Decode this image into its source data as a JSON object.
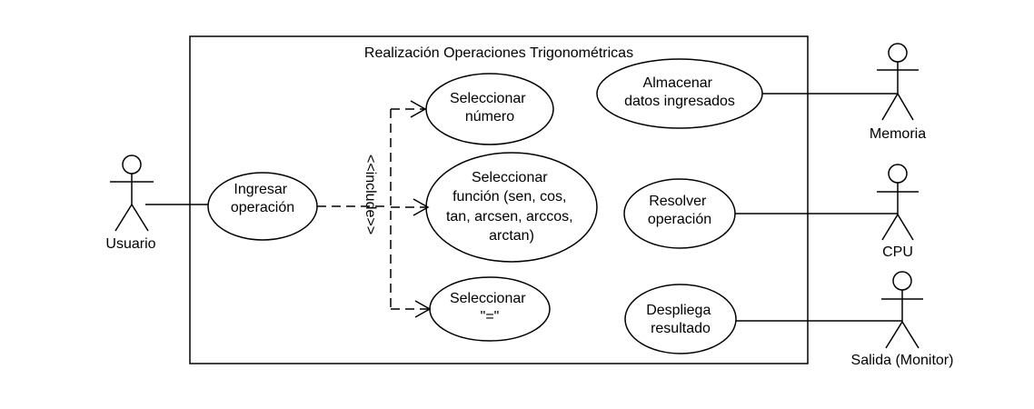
{
  "system": {
    "title": "Realización Operaciones Trigonométricas"
  },
  "actors": {
    "usuario": "Usuario",
    "memoria": "Memoria",
    "cpu": "CPU",
    "salida": "Salida (Monitor)"
  },
  "use_cases": {
    "ingresar": [
      "Ingresar",
      "operación"
    ],
    "numero": [
      "Seleccionar",
      "número"
    ],
    "funcion": [
      "Seleccionar",
      "función (sen, cos,",
      "tan, arcsen, arccos,",
      "arctan)"
    ],
    "igual": [
      "Seleccionar",
      "\"=\""
    ],
    "almacenar": [
      "Almacenar",
      "datos ingresados"
    ],
    "resolver": [
      "Resolver",
      "operación"
    ],
    "despliega": [
      "Despliega",
      "resultado"
    ]
  },
  "relations": {
    "include_label": "<<include>>"
  },
  "colors": {
    "stroke": "#000000",
    "background": "#ffffff"
  }
}
